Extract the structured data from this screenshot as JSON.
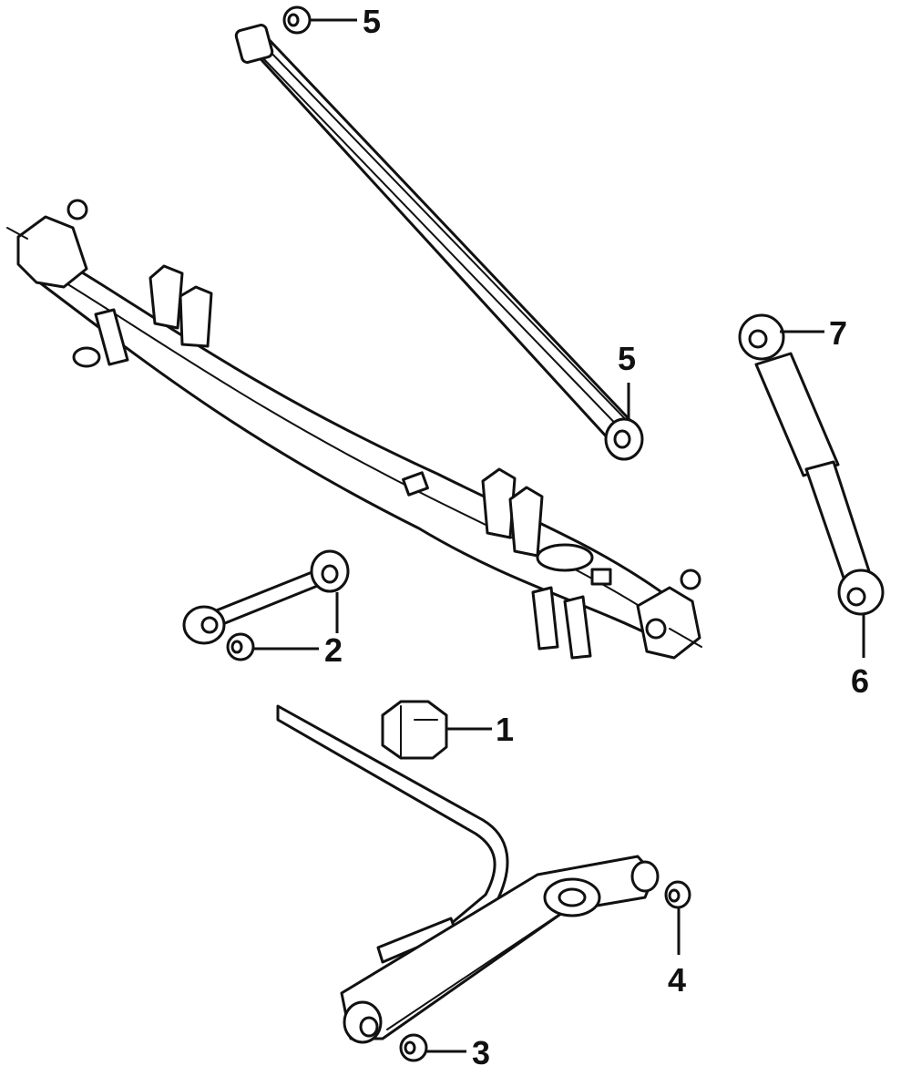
{
  "callouts": {
    "c1": "1",
    "c2": "2",
    "c3": "3",
    "c4": "4",
    "c5_top": "5",
    "c5_mid": "5",
    "c6": "6",
    "c7": "7"
  },
  "colors": {
    "line": "#111111",
    "background": "#ffffff"
  }
}
